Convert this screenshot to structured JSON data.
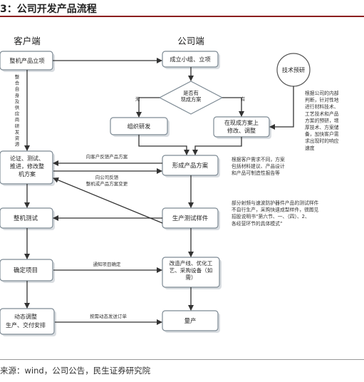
{
  "title": "3：公司开发产品流程",
  "headers": {
    "client": "客户端",
    "company": "公司端"
  },
  "client_boxes": {
    "b1": "整机产品立项",
    "b2": "论证、测试、\n推进，修改整\n机方案",
    "b3": "整机测试",
    "b4": "确定项目",
    "b5": "动态调整\n生产、交付安排"
  },
  "vertical_label": "整合自身及供应商研发资源",
  "company_boxes": {
    "c1": "成立小组、立项",
    "diamond": "是否有\n现成方案",
    "no": "无",
    "yes": "有",
    "c2a": "组织研发",
    "c2b": "在现成方案上\n修改、调整",
    "c3": "形成产品方案",
    "c4": "生产测试样件",
    "c5": "改造产线、优化工\n艺、采购设备（如\n需）",
    "c6": "量产"
  },
  "tech": {
    "circle": "技术预研",
    "note": "根据公司的内部\n判断，针对性地\n进行材料技术、\n工艺技术和产品\n方案的预研，增\n厚技术、方案储\n备，加快客户需\n求出现时的响应\n速度"
  },
  "notes": {
    "n1": "根据客户需求不同，方案\n包括材料建议、产品设计\n和产品可制造性报告等",
    "n2": "部分射频与速波防护器件产品的测试样件\n不自行生产，采购快速成型样件，很图见\n招股说明书“第六节、一、（四）、2、\n各经营环节的具体模式”"
  },
  "arrow_labels": {
    "a1": "向客户反馈产品方案",
    "a2": "向公司反馈\n整机或产品方案变更",
    "a3": "通知项目确定",
    "a4": "按需动态发送订单"
  },
  "source": "来源：wind，公司公告，民生证券研究院"
}
